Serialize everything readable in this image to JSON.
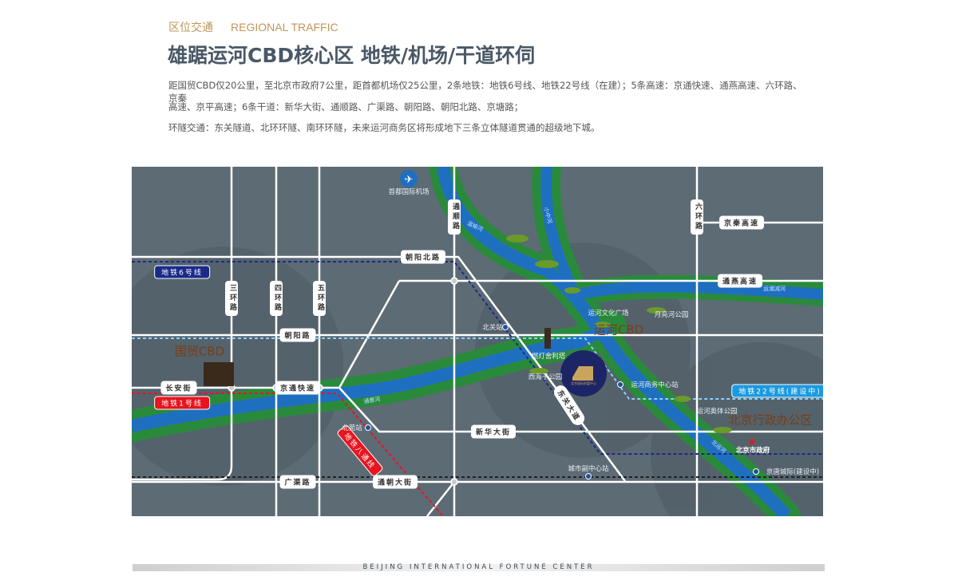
{
  "header": {
    "kicker_cn": "区位交通",
    "kicker_en": "REGIONAL TRAFFIC",
    "title": "雄踞运河CBD核心区 地铁/机场/干道环伺"
  },
  "paragraphs": [
    "距国贸CBD仅20公里，至北京市政府7公里，距首都机场仅25公里，2条地铁：地铁6号线、地铁22号线（在建）；5条高速：京通快速、通燕高速、六环路、京秦",
    "高速、京平高速；6条干道：新华大街、通顺路、广渠路、朝阳路、朝阳北路、京塘路；",
    "环隧交通：东关隧道、北环环隧、南环环隧，未来运河商务区将形成地下三条立体隧道贯通的超级地下城。"
  ],
  "map": {
    "roads_vertical": {
      "third_ring": "三环路",
      "fourth_ring": "四环路",
      "fifth_ring": "五环路",
      "tongshun": "通顺路",
      "sixth_ring": "六环路"
    },
    "roads": {
      "chaoyang_north": "朝阳北路",
      "jingqin": "京秦高速",
      "tongyan": "通燕高速",
      "chaoyang": "朝阳路",
      "changan": "长安街",
      "jingtong": "京通快速",
      "xinhua": "新华大街",
      "guangqu": "广渠路",
      "tongchao": "通朝大街",
      "dongguan": "东关大道"
    },
    "subways": {
      "line6": "地铁6号线",
      "line1": "地铁1号线",
      "batong": "地铁八通线",
      "line22": "地铁22号线(建设中)"
    },
    "places": {
      "airport": "首都国际机场",
      "beiguan": "北关站",
      "pagoda": "燃灯舍利塔",
      "xihaizi": "西海子公园",
      "canal_square": "运河文化广场",
      "moon_park": "月亮河公园",
      "canal_business": "运河商务中心站",
      "olympic_park": "运河奥体公园",
      "gov": "北京市政府",
      "jingtang": "京唐城际(建设中)",
      "subcenter": "城市副中心站",
      "beiyuan": "北苑站",
      "project": "北京国际财富中心"
    },
    "areas": {
      "guomao": "国贸CBD",
      "canal_cbd": "运河CBD",
      "admin": "北京行政办公区"
    },
    "rivers": {
      "tonghui": "通惠河",
      "wenyu": "温榆河",
      "xiaozhong": "小中河",
      "yunchao": "运潮减河",
      "north_canal": "北运河"
    },
    "colors": {
      "bg": "#5d6b75",
      "river": "#1f6fc0",
      "bank": "#2a8a3c",
      "line1": "#e8141e",
      "line6": "#1b2a8a",
      "line22": "#1a9ae0"
    }
  },
  "footer": "BEIJING INTERNATIONAL FORTUNE CENTER"
}
